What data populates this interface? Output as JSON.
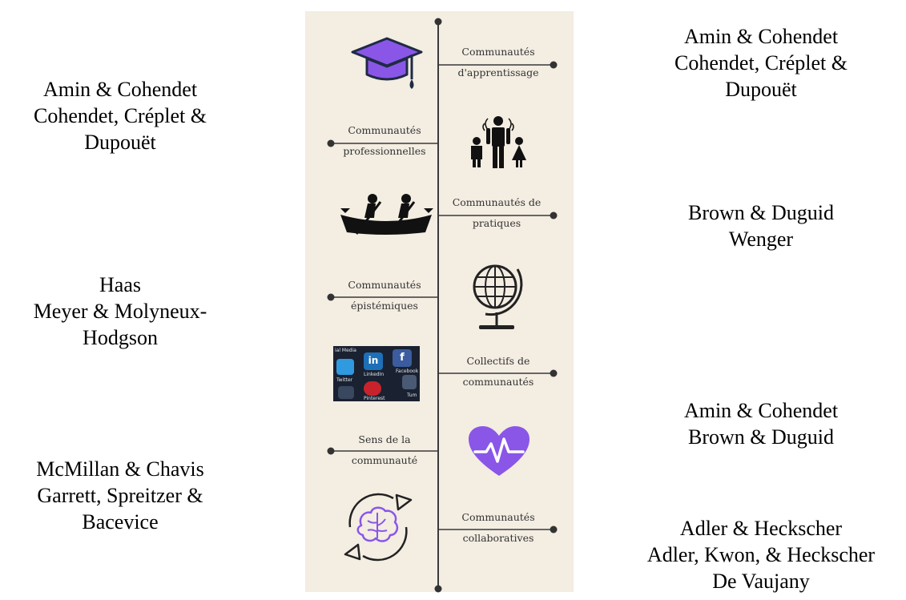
{
  "colors": {
    "panel": "#f3ede2",
    "axis": "#3a3a3a",
    "purple": "#8a56e8",
    "navy": "#1f2a44"
  },
  "timeline": [
    {
      "label_lines": [
        "Communautés",
        "d'apprentissage"
      ],
      "side": "right",
      "icon": "graduation-cap-icon"
    },
    {
      "label_lines": [
        "Communautés",
        "professionnelles"
      ],
      "side": "left",
      "icon": "professionals-group-icon"
    },
    {
      "label_lines": [
        "Communautés de",
        "pratiques"
      ],
      "side": "right",
      "icon": "canoe-rowers-icon"
    },
    {
      "label_lines": [
        "Communautés",
        "épistémiques"
      ],
      "side": "left",
      "icon": "globe-icon"
    },
    {
      "label_lines": [
        "Collectifs de",
        "communautés"
      ],
      "side": "right",
      "icon": "social-media-apps-photo"
    },
    {
      "label_lines": [
        "Sens de la",
        "communauté"
      ],
      "side": "left",
      "icon": "heart-pulse-icon"
    },
    {
      "label_lines": [
        "Communautés",
        "collaboratives"
      ],
      "side": "right",
      "icon": "brain-cycle-icon"
    }
  ],
  "authors_left": [
    {
      "lines": [
        "Amin & Cohendet",
        "Cohendet, Créplet &",
        "Dupouët"
      ]
    },
    {
      "lines": [
        "Haas",
        "Meyer & Molyneux-",
        "Hodgson"
      ]
    },
    {
      "lines": [
        "McMillan & Chavis",
        "Garrett, Spreitzer &",
        "Bacevice"
      ]
    }
  ],
  "authors_right": [
    {
      "lines": [
        "Amin & Cohendet",
        "Cohendet, Créplet &",
        "Dupouët"
      ]
    },
    {
      "lines": [
        "Brown & Duguid",
        "Wenger"
      ]
    },
    {
      "lines": [
        "Amin & Cohendet",
        "Brown & Duguid"
      ]
    },
    {
      "lines": [
        "Adler & Heckscher",
        "Adler, Kwon, & Heckscher",
        "De Vaujany"
      ]
    }
  ],
  "photo_labels": [
    "ial Media",
    "Twitter",
    "LinkedIn",
    "Facebook",
    "Pinterest",
    "Tum"
  ],
  "photo_glyphs": [
    "in",
    "f"
  ]
}
